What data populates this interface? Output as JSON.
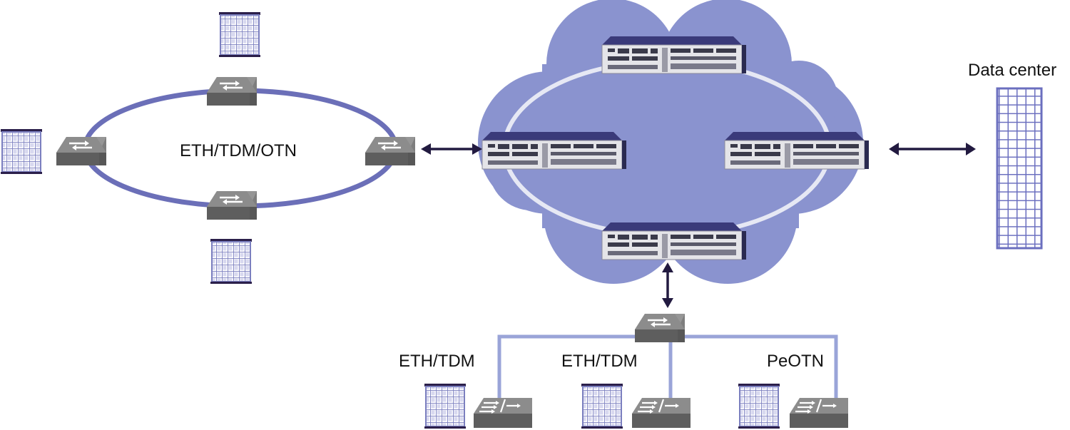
{
  "labels": {
    "ring": "ETH/TDM/OTN",
    "data_center": "Data center",
    "branch_left": "ETH/TDM",
    "branch_middle": "ETH/TDM",
    "branch_right": "PeOTN"
  },
  "colors": {
    "cloud": "#8a93cf",
    "ring_line": "#6b6fb8",
    "cloud_ring": "#e6e8f4",
    "tree_line": "#9aa4d8",
    "arrow": "#221a40",
    "switch_top": "#8d8d8d",
    "switch_side": "#5a5a5a",
    "building_grid": "#7b7fbf",
    "building_cap": "#2b1f4a",
    "datacenter_grid": "#6b6fbf"
  },
  "icons": {
    "switch": "switch-icon",
    "building": "building-icon",
    "datacenter": "datacenter-icon",
    "rack_router": "rack-router-icon"
  }
}
